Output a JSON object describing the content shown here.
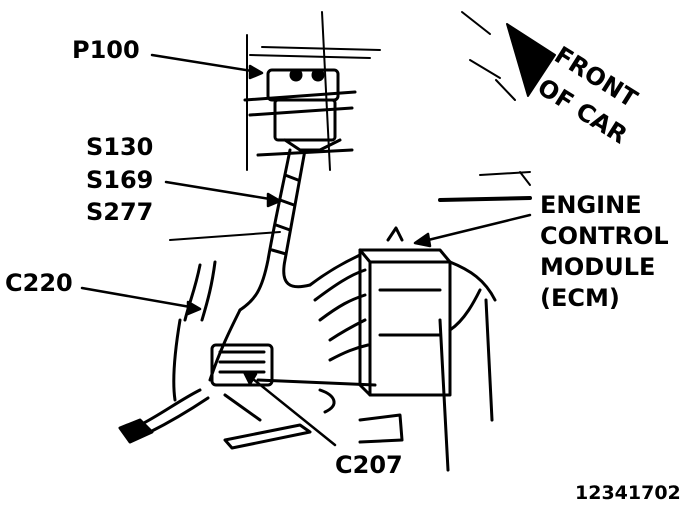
{
  "labels": {
    "p100": "P100",
    "s130": "S130",
    "s169": "S169",
    "s277": "S277",
    "c220": "C220",
    "c207": "C207",
    "front_line1": "FRONT",
    "front_line2": "OF CAR",
    "ecm_line1": "ENGINE",
    "ecm_line2": "CONTROL",
    "ecm_line3": "MODULE",
    "ecm_line4": "(ECM)",
    "figure_number": "12341702"
  }
}
